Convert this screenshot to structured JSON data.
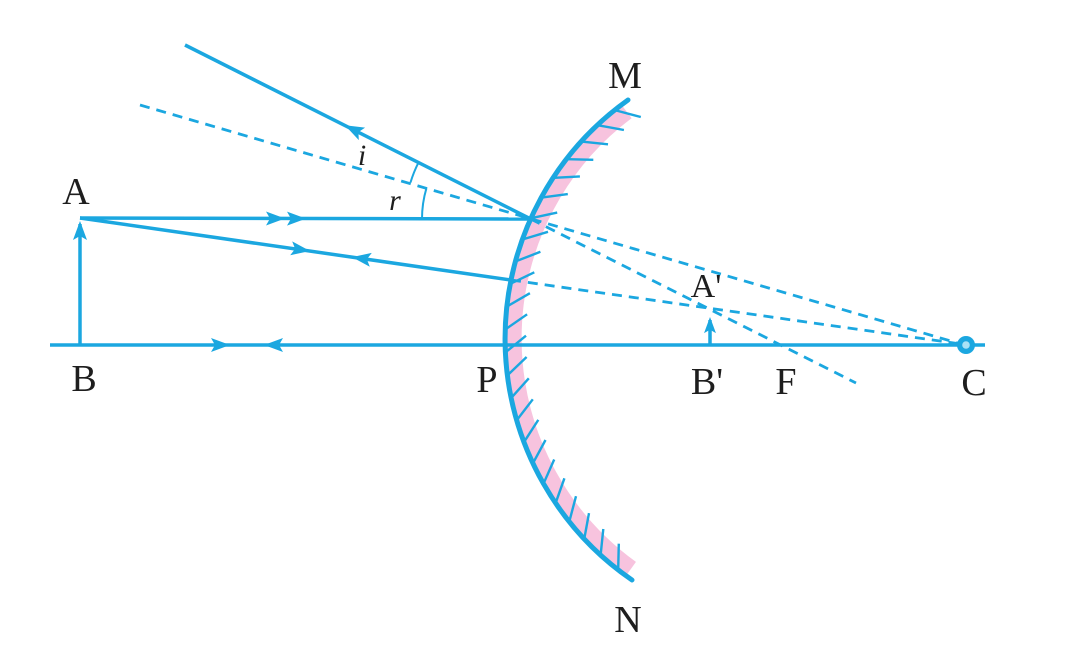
{
  "figure": {
    "labels": {
      "mirror_top": "M",
      "mirror_bottom": "N",
      "object_head": "A",
      "object_foot": "B",
      "pole": "P",
      "image_foot": "B'",
      "principal_focus": "F",
      "centre_of_curvature": "C",
      "image_head": "A'",
      "angle_of_incidence": "i",
      "angle_of_reflection": "r"
    },
    "colors": {
      "ray": "#1BA7E0",
      "mirror_back": "#F7C3DE",
      "text": "#1E1E1E",
      "background": "#FFFFFF"
    }
  }
}
